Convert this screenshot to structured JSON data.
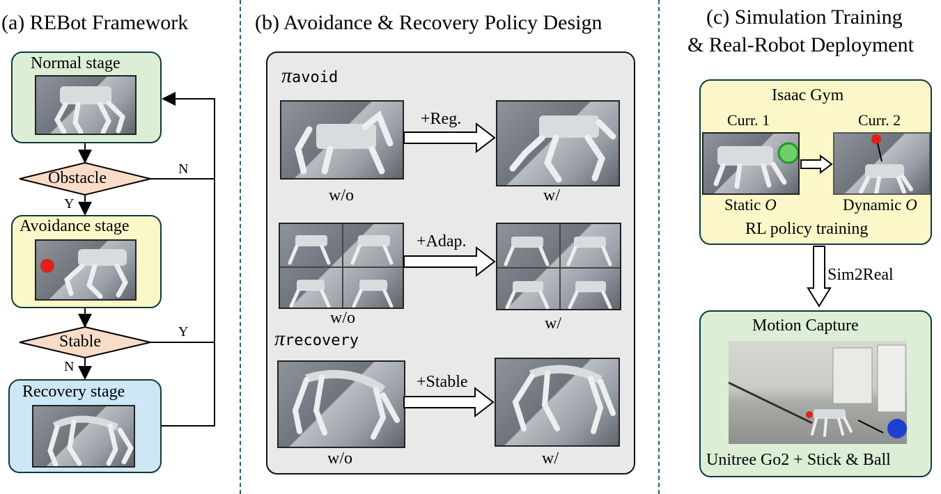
{
  "panels": {
    "a_title": "(a) REBot Framework",
    "b_title": "(b) Avoidance & Recovery Policy Design",
    "c_title_line1": "(c) Simulation Training",
    "c_title_line2": "& Real-Robot Deployment"
  },
  "flow": {
    "normal": "Normal stage",
    "obstacle": "Obstacle",
    "avoidance": "Avoidance stage",
    "stable": "Stable",
    "recovery": "Recovery stage",
    "n1": "N",
    "y1": "Y",
    "y2": "Y",
    "n2": "N"
  },
  "policy": {
    "pi_symbol": "π",
    "avoid_sub": "avoid",
    "recovery_sub": "recovery",
    "reg": "+Reg.",
    "adap": "+Adap.",
    "stable": "+Stable",
    "wo1": "w/o",
    "w1": "w/",
    "wo2": "w/o",
    "w2": "w/",
    "wo3": "w/o",
    "w3": "w/"
  },
  "sim": {
    "isaac": "Isaac Gym",
    "curr1": "Curr. 1",
    "curr2": "Curr. 2",
    "static": "Static ",
    "dynamic": "Dynamic ",
    "o": "O",
    "rl": "RL policy training",
    "sim2real": "Sim2Real",
    "mocap": "Motion Capture",
    "unitree": "Unitree Go2 + Stick & Ball"
  },
  "colors": {
    "green_box": "#dcefd6",
    "yellow_box": "#fbf7c8",
    "blue_box": "#cde7f4",
    "diamond": "#f9dcc8",
    "gray_panel": "#e9e9ea",
    "red_ball": "#e0201c",
    "blue_ball": "#1f3fd0",
    "divider": "#2a5b73"
  }
}
